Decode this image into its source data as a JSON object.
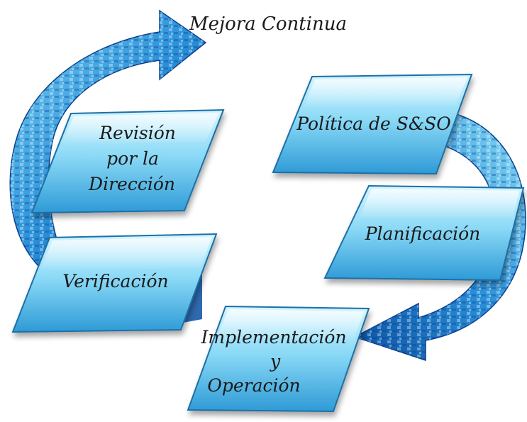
{
  "title": "Mejora Continua",
  "steps": [
    {
      "id": "politica",
      "lines": [
        "Política de S&SO"
      ]
    },
    {
      "id": "planificacion",
      "lines": [
        "Planificación"
      ]
    },
    {
      "id": "implementacion",
      "lines": [
        "Implementación",
        "y",
        "Operación"
      ]
    },
    {
      "id": "verificacion",
      "lines": [
        "Verificación"
      ]
    },
    {
      "id": "revision",
      "lines": [
        "Revisión",
        "por la",
        "Dirección"
      ]
    }
  ],
  "colors": {
    "box_light": "#bfeeff",
    "box_mid": "#6dcdf2",
    "box_dark": "#1f8fcf",
    "box_edge": "#1d6fa6",
    "arrow_light": "#5fc8f0",
    "arrow_dark": "#0b4fa0",
    "text": "#1a1a1a"
  }
}
